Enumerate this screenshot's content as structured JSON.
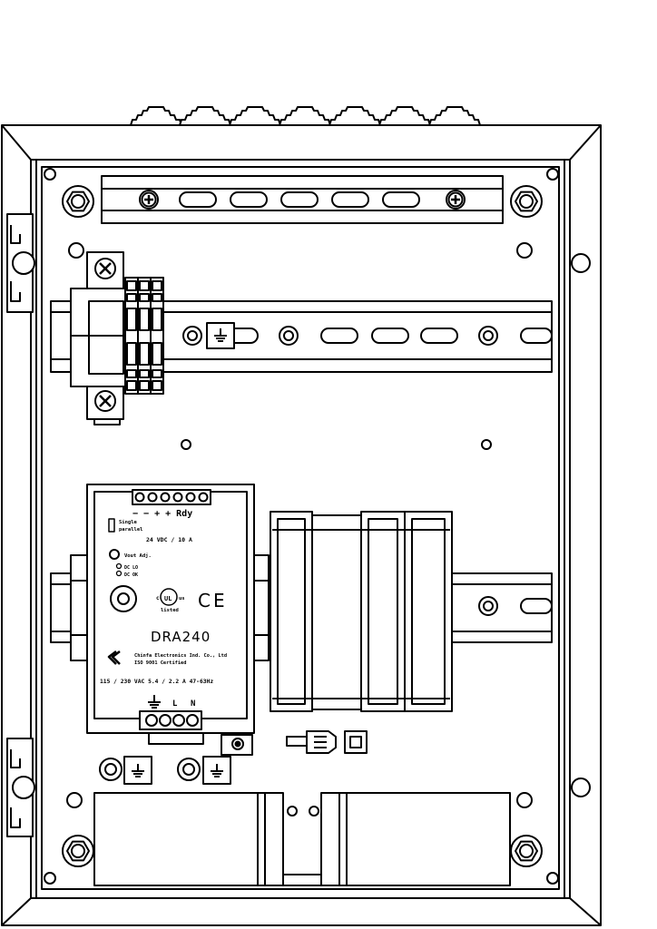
{
  "psu": {
    "terminal_top": "− − + + Rdy",
    "mode_line1": "Single",
    "mode_line2": "parallel",
    "output_rating": "24 VDC / 10 A",
    "vout_adj": "Vout Adj.",
    "dc_lo": "DC LO",
    "dc_ok": "DC OK",
    "ul_mark": "UL",
    "ul_c": "c",
    "ul_us": "us",
    "listed": "listed",
    "ce_mark": "CE",
    "model": "DRA240",
    "maker_line1": "Chinfa Electronics Ind. Co., Ltd",
    "maker_line2": "ISO 9001 Certified",
    "input_rating": "115 / 230 VAC 5.4 / 2.2 A 47-63Hz",
    "terminal_bottom_l": "L",
    "terminal_bottom_n": "N"
  },
  "colors": {
    "stroke": "#000000",
    "fill": "#ffffff"
  },
  "icons": [
    "ground-icon",
    "screw-icon",
    "nut-icon",
    "cable-gland-icon"
  ]
}
